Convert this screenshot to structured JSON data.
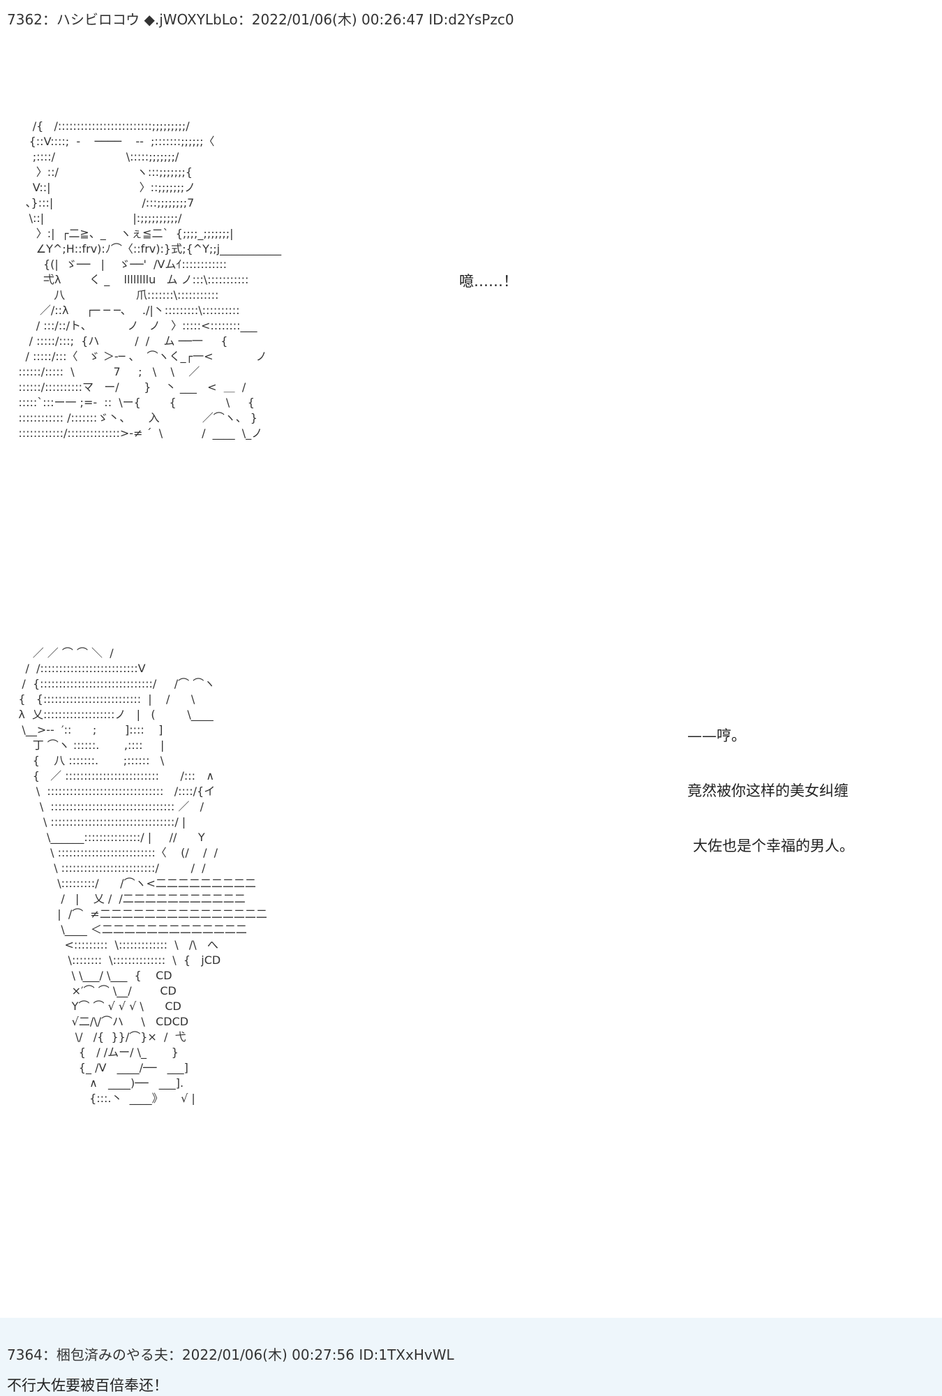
{
  "posts": [
    {
      "header": "7362：ハシビロコウ ◆.jWOXYLbLo：2022/01/06(木) 00:26:47 ID:d2YsPzc0",
      "lines": [
        "噫……！",
        "——哼。",
        "竟然被你这样的美女纠缠",
        "大佐也是个幸福的男人。"
      ],
      "art_1": "        /{   /:::::::::::::::::::::::::;;;;;;;;;/\n       {::V::::;  -    ────    --  ;:::::::;;;;;;〈\n        ;::::/                    \\:::::;;;;;;;/\n         〉::/                      ヽ:::;;;;;;;{\n        V::|                         〉::;;;;;;;ノ\n      、}:::|                         /:::;;;;;;;;7\n       \\::|                         |:;;;;;;;;;;/\n         〉:|  ┌二≧、_    ヽぇ≦二`  {;;;;_;;;;;;;|\n         ∠Y^;H::frv):ﾉ⌒〈::frv):}式;{^Y;;j___________\n           {(|  ゞ──   |    ゞ──'  /Vムｲ::::::::::::\n           弌λ        く _    llllllllu   ム ノ:::\\:::::::::::\n              八                    爪:::::::\\:::::::::::\n          ／/::λ     ┌─ ─ ─、   ./|丶:::::::::\\::::::::::\n         / :::/::/ト、          ノ   ノ   〉:::::<::::::::___\n       / :::::/:::;  {ハ          /  /    ム ──一     {\n      / :::::/:::〈   ゞ ＞-─ 、  ⌒ヽく_┌一<            ノ\n    ::::::/:::::  \\           7     ;   \\    \\    ／\n    ::::::/::::::::::マ   ー/       }    丶 ___   <  ＿  /\n    :::::`:::ー一 ;=-  ::  \\ー{        {              \\     {\n    :::::::::::: /:::::::ゞ丶、     入            ／⌒ヽ、 }\n    ::::::::::::/::::::::::::::>-≠ ´  \\           /  ____  \\_ノ",
      "art_2": "        ／ ／ ⌒ ⌒ ＼  /\n      /  /::::::::::::::::::::::::::V\n     /  {::::::::::::::::::::::::::::::/     /⌒ ⌒ヽ\n    {   {::::::::::::::::::::::::::  |    /      \\\n    λ  乂:::::::::::::::::::ノ   |   (         \\____\n     \\__>--  ′::      ;        ]::::    ]\n        丁 ⌒ヽ ::::::.       ,::::     |\n        {    八 :::::::.       ;::::::   \\\n        {   ／ :::::::::::::::::::::::::      /:::   ∧\n         \\  :::::::::::::::::::::::::::::::   /::::/{イ\n          \\  ::::::::::::::::::::::::::::::::: ／   /\n           \\ :::::::::::::::::::::::::::::::::/ |\n            \\______:::::::::::::::/ |     //      Y\n             \\ ::::::::::::::::::::::::::〈    (/    /  /\n              \\ :::::::::::::::::::::::::/         /  / \n               \\:::::::::/      /⌒ヽ<二二二二二二二二二\n                /   |    乂 /  /二二二二二二二二二二二\n               |  /⌒  ≠二二二二二二二二二二二二二二二\n                \\____ ＜二二二二二二二二二二二二二\n                 <:::::::::  \\:::::::::::::  \\   /\\   へ\n                  \\::::::::  \\::::::::::::::  \\  {   jCⅮ\n                   \\ \\___/ \\___  {    CⅮ\n                   ×′⌒ ⌒ \\__/        CⅮ\n                   Y⌒ ⌒ √ √ √ \\      CⅮ\n                   √二/\\/⌒ハ     \\   CⅮCⅮ\n                    \\/   /{  }}/⌒}×  /  弋\n                     {   / /ムー/ \\_       }\n                     {_ /V   ____/──   ___]\n                        ∧   ____)──   ___].\n                        {:::.丶  ____》     √ |"
    },
    {
      "header": "7364：梱包済みのやる夫：2022/01/06(木) 00:27:56 ID:1TXxHvWL",
      "body": "不行大佐要被百倍奉还！"
    }
  ]
}
